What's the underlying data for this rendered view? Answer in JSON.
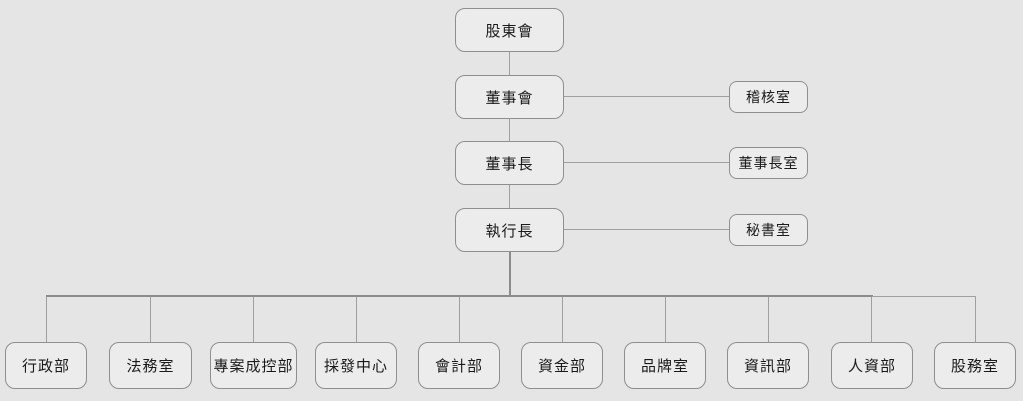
{
  "colors": {
    "canvas-bg": "#e5e5e5",
    "node-fill": "#ececec",
    "node-border": "#8f8f8f",
    "line": "#a0a0a0",
    "trunk": "#8c8c8c",
    "text": "#1a1a1a"
  },
  "org": {
    "chain": [
      {
        "label": "股東會"
      },
      {
        "label": "董事會",
        "side_label": "稽核室"
      },
      {
        "label": "董事長",
        "side_label": "董事長室"
      },
      {
        "label": "執行長",
        "side_label": "秘書室"
      }
    ],
    "departments": [
      "行政部",
      "法務室",
      "專案成控部",
      "採發中心",
      "會計部",
      "資金部",
      "品牌室",
      "資訊部",
      "人資部",
      "股務室"
    ]
  }
}
